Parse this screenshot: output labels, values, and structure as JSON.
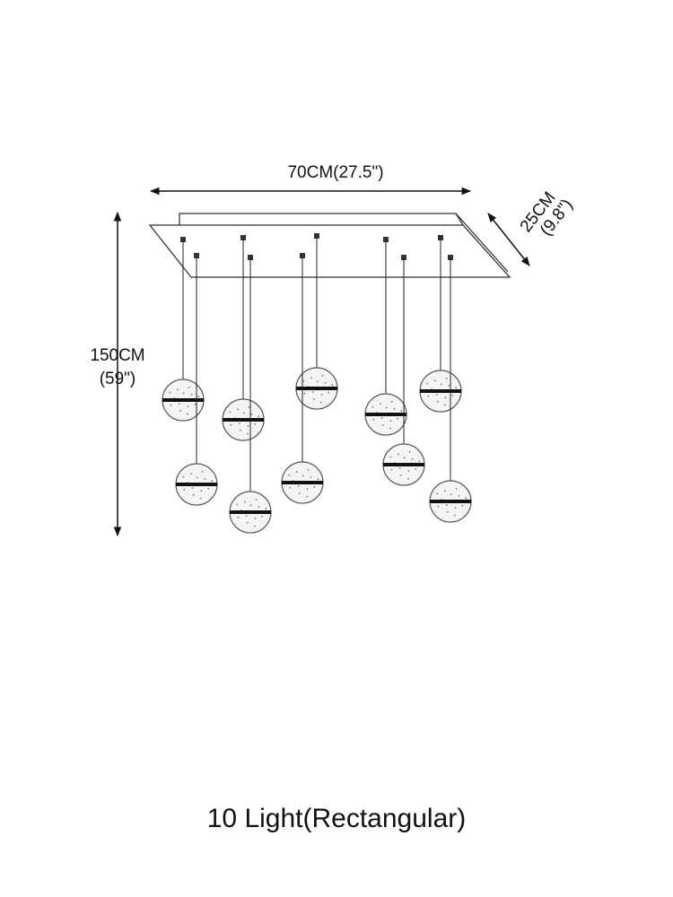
{
  "dimensions": {
    "width": "70CM(27.5\")",
    "depth_cm": "25CM",
    "depth_in": "(9.8\")",
    "height_cm": "150CM",
    "height_in": "(59\")"
  },
  "caption": "10 Light(Rectangular)",
  "pendant_count": 10,
  "colors": {
    "line": "#222222",
    "canopy": "#333333",
    "globe": "#555555",
    "band": "#111111"
  }
}
